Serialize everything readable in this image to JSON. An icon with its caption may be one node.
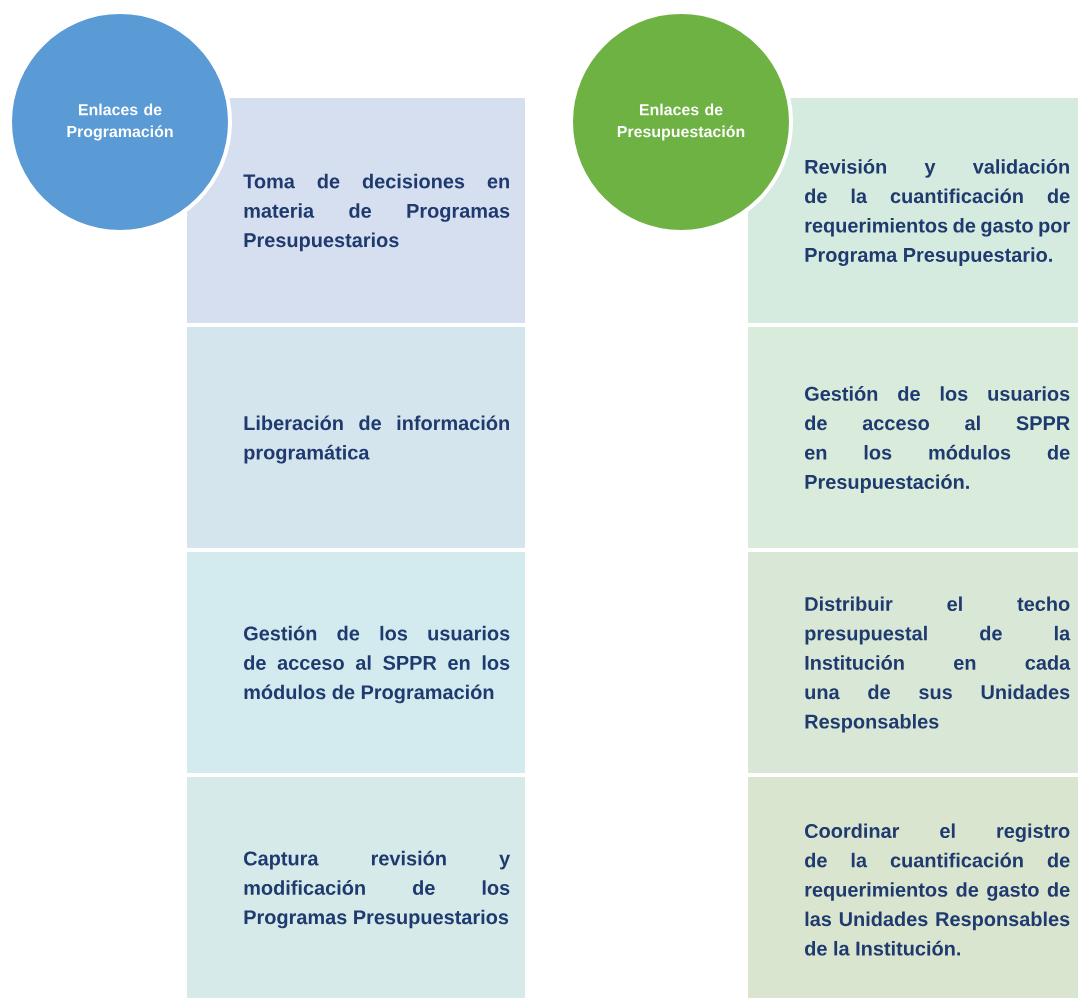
{
  "diagram": {
    "nodes": [
      {
        "text": [
          "Enlaces de Programación"
        ]
      },
      {
        "text": [
          "Toma de decisiones en materia de Programas Presupuestarios"
        ]
      },
      {
        "text": [
          "Liberación de información programática"
        ]
      },
      {
        "text": [
          "Gestión de los usuarios de acceso al SPPR en los módulos de Programación"
        ]
      },
      {
        "text": [
          "Captura revisión y modificación de los Programas Presupuestarios"
        ]
      },
      {
        "text": [
          "Enlaces de Presupuestación"
        ]
      },
      {
        "text": [
          "Revisión y validación de la cuantificación de requerimientos de gasto por Programa Presupuestario."
        ]
      },
      {
        "text": [
          "Gestión de los usuarios de acceso al SPPR en los módulos de Presupuestación."
        ]
      },
      {
        "text": [
          "Distribuir el techo presupuestal de la Institución en cada una de sus Unidades Responsables"
        ]
      },
      {
        "text": [
          "Coordinar el registro de la cuantificación de requerimientos de gasto de las Unidades Responsables de la Institución."
        ]
      }
    ]
  }
}
